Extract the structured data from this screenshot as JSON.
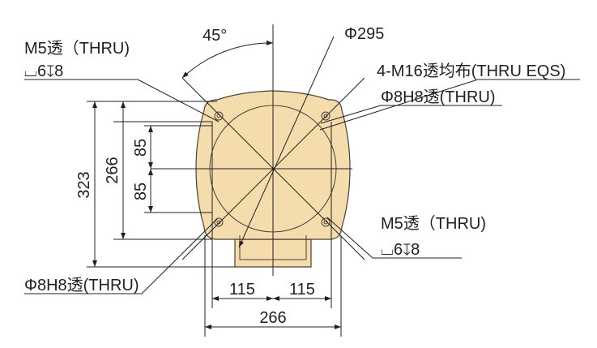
{
  "colors": {
    "body_fill": "#f5dcad",
    "line": "#231f20"
  },
  "labels": {
    "angle": "45°",
    "diameter": "Φ295",
    "m5_top_line1": "M5透（THRU)",
    "m5_top_line2": "⌴6↧8",
    "m16": "4-M16透均布(THRU EQS)",
    "phi8_right": "Φ8H8透(THRU)",
    "m5_bottom_line1": "M5透（THRU)",
    "m5_bottom_line2": "⌴6↧8",
    "phi8_left": "Φ8H8透(THRU)"
  },
  "dimensions": {
    "height_total": "323",
    "height_inner": "266",
    "upper_85": "85",
    "lower_85": "85",
    "left_115": "115",
    "right_115": "115",
    "width_total": "266"
  }
}
